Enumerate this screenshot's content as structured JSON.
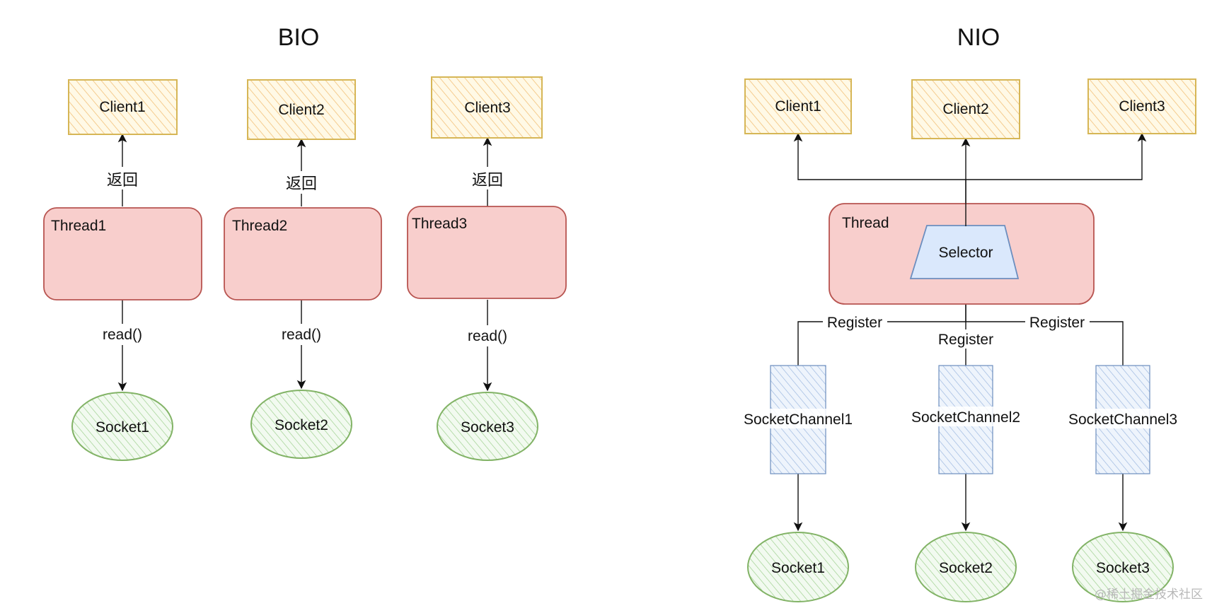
{
  "colors": {
    "client_fill": "#fff2cc",
    "client_stroke": "#d6b656",
    "thread_fill": "#f8cecc",
    "thread_stroke": "#b85450",
    "socket_fill": "#d5e8d4",
    "socket_stroke": "#82b366",
    "channel_fill": "#dae8fc",
    "channel_stroke": "#6c8ebf",
    "selector_fill": "#dae8fc",
    "selector_stroke": "#6c8ebf",
    "line": "#111111"
  },
  "bio": {
    "title": "BIO",
    "clients": [
      "Client1",
      "Client2",
      "Client3"
    ],
    "threads": [
      "Thread1",
      "Thread2",
      "Thread3"
    ],
    "sockets": [
      "Socket1",
      "Socket2",
      "Socket3"
    ],
    "return_label": "返回",
    "read_label": "read()"
  },
  "nio": {
    "title": "NIO",
    "clients": [
      "Client1",
      "Client2",
      "Client3"
    ],
    "thread": "Thread",
    "selector": "Selector",
    "channels": [
      "SocketChannel1",
      "SocketChannel2",
      "SocketChannel3"
    ],
    "sockets": [
      "Socket1",
      "Socket2",
      "Socket3"
    ],
    "register_label": "Register"
  },
  "watermark": "@稀土掘金技术社区"
}
